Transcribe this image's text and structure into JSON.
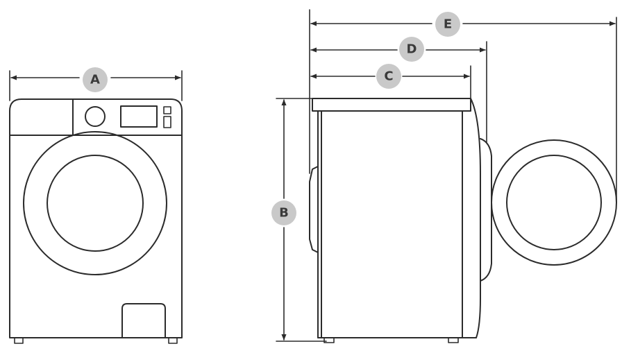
{
  "labels": {
    "a": "A",
    "b": "B",
    "c": "C",
    "d": "D",
    "e": "E"
  },
  "colors": {
    "line": "#2b2b2b",
    "label_bubble": "#c9c9c9",
    "label_text": "#3a3a3a",
    "background": "#ffffff"
  }
}
